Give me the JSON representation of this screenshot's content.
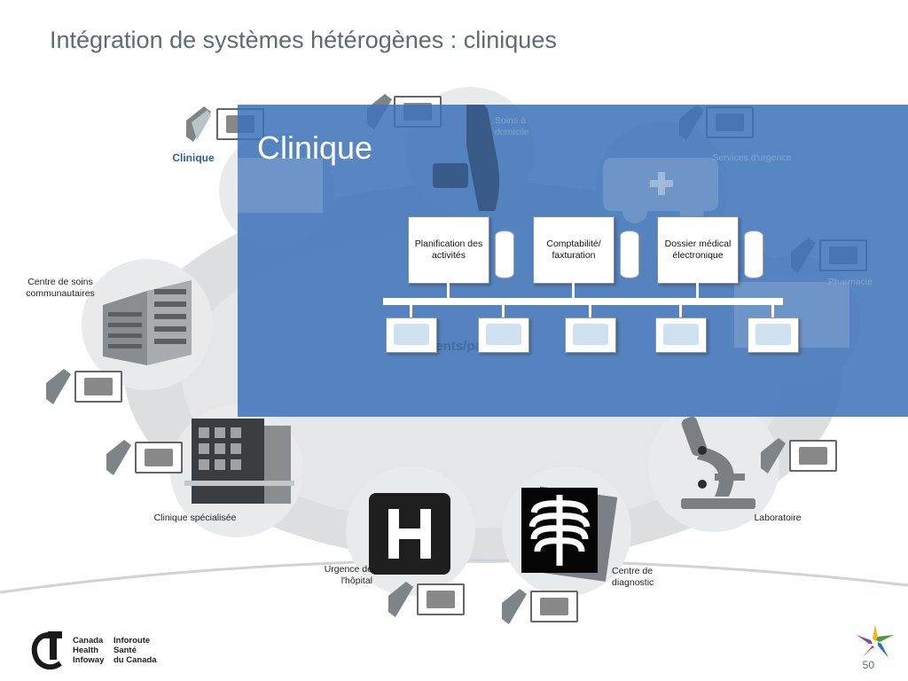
{
  "slide": {
    "title": "Intégration de systèmes hétérogènes : cliniques",
    "page_number": "50"
  },
  "overlay": {
    "title": "Clinique",
    "systems": [
      {
        "label": "Planification des activités"
      },
      {
        "label": "Comptabilité/ faxturation"
      },
      {
        "label": "Dossier médical électronique"
      }
    ]
  },
  "nodes": {
    "clinique": "Clinique",
    "soins_domicile": "Soins à domicile",
    "services_urgence": "Services d'urgence",
    "pharmacie": "Pharmacie",
    "centre_soins": "Centre de soins communautaires",
    "clients": "Clients/patients",
    "clinique_specialisee": "Clinique spécialisée",
    "urgence_hopital": "Urgence de l'hôpital",
    "centre_diagnostic": "Centre de diagnostic",
    "laboratoire": "Laboratoire"
  },
  "logo": {
    "line1": "Canada",
    "line2": "Health",
    "line3": "Infoway",
    "line4": "Inforoute",
    "line5": "Santé",
    "line6": "du Canada"
  },
  "colors": {
    "overlay": "#3c72b8",
    "title": "#5f6a72",
    "accent_label": "#2e5f9a"
  }
}
